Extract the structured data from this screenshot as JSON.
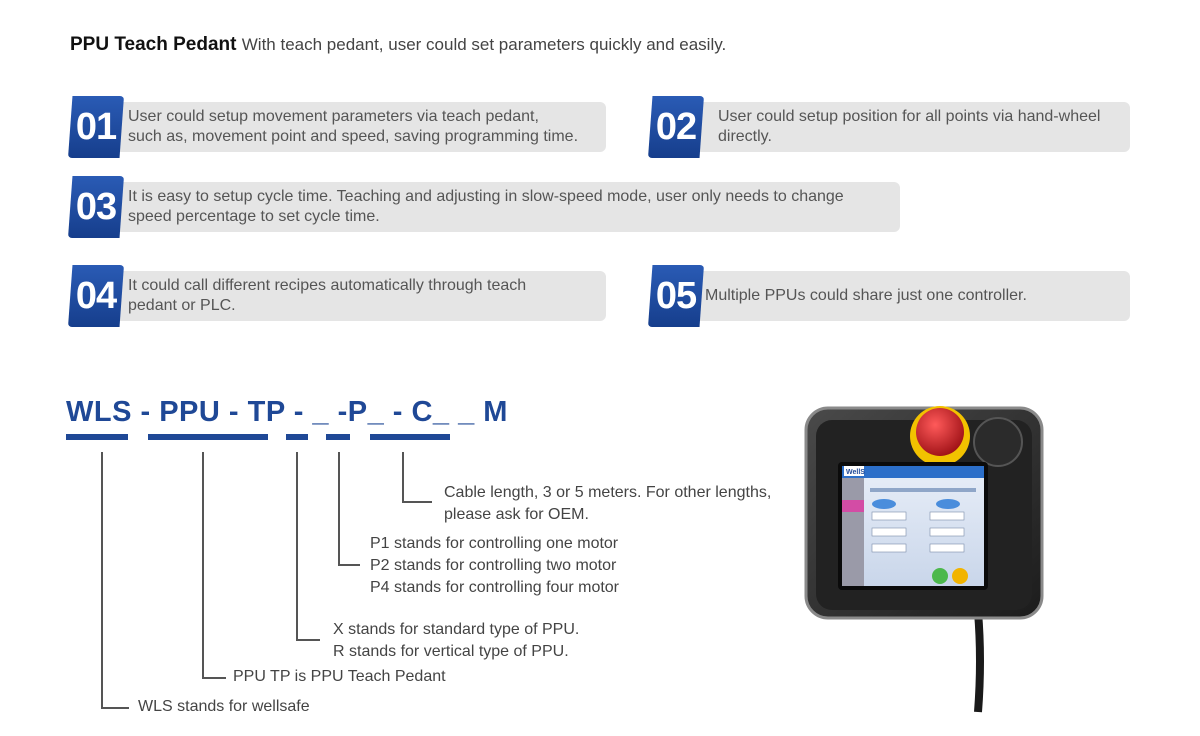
{
  "header": {
    "title": "PPU Teach Pedant",
    "description": "With teach pedant, user could set parameters quickly and easily."
  },
  "features": [
    {
      "number": "01",
      "line1": "User could setup movement parameters via teach pedant,",
      "line2": "such as, movement point and speed, saving programming time."
    },
    {
      "number": "02",
      "line1": "User could setup position for all points via hand-wheel",
      "line2": "directly."
    },
    {
      "number": "03",
      "line1": "It is easy to setup cycle time. Teaching and adjusting in slow-speed mode, user only needs to change",
      "line2": "speed percentage to set cycle time."
    },
    {
      "number": "04",
      "line1": "It could call different recipes automatically through teach",
      "line2": "pedant or PLC."
    },
    {
      "number": "05",
      "line1": "Multiple PPUs could share just one controller.",
      "line2": ""
    }
  ],
  "model_code": "WLS - PPU - TP - _ -P_ - C_ _ M",
  "legend": {
    "cable": [
      "Cable length, 3 or 5 meters. For other lengths,",
      "please ask for OEM."
    ],
    "motor": [
      "P1 stands for controlling one motor",
      "P2 stands for controlling two motor",
      "P4 stands for controlling four motor"
    ],
    "type": [
      "X stands for standard type of PPU.",
      "R stands for vertical type of PPU."
    ],
    "ppu_tp": "PPU TP is PPU Teach Pedant",
    "wls": "WLS stands for wellsafe"
  },
  "device": {
    "logo": "WellS"
  },
  "colors": {
    "brand_blue": "#1f4896",
    "badge_blue": "#2a5bb5",
    "bar_gray": "#e5e5e5",
    "estop_red": "#c8202a",
    "estop_yellow": "#f2c200"
  }
}
